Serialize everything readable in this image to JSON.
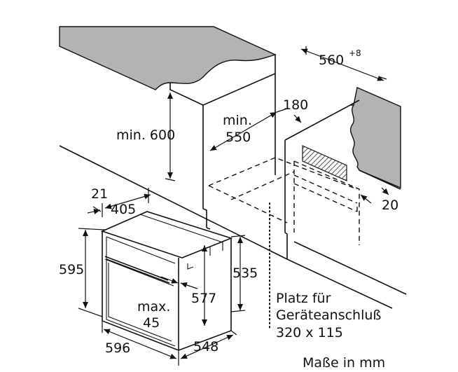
{
  "dimensions": {
    "cabinet_depth": "560",
    "cabinet_depth_tol": "+8",
    "min_label": "min.",
    "niche_height_label": "min. 600",
    "niche_depth_value": "550",
    "back_gap": "180",
    "side_gap": "20",
    "front_left": "21",
    "front_panel": "405",
    "oven_height": "595",
    "oven_inner_height": "577",
    "oven_side_height": "535",
    "max_label": "max.",
    "max_value": "45",
    "oven_width": "596",
    "oven_depth": "548"
  },
  "notes": {
    "connection_line1": "Platz für",
    "connection_line2": "Geräteanschluß",
    "connection_line3": "320 x 115",
    "units": "Maße in mm"
  },
  "colors": {
    "countertop": "#b3b3b3",
    "hatch": "#888888",
    "line": "#111111"
  }
}
